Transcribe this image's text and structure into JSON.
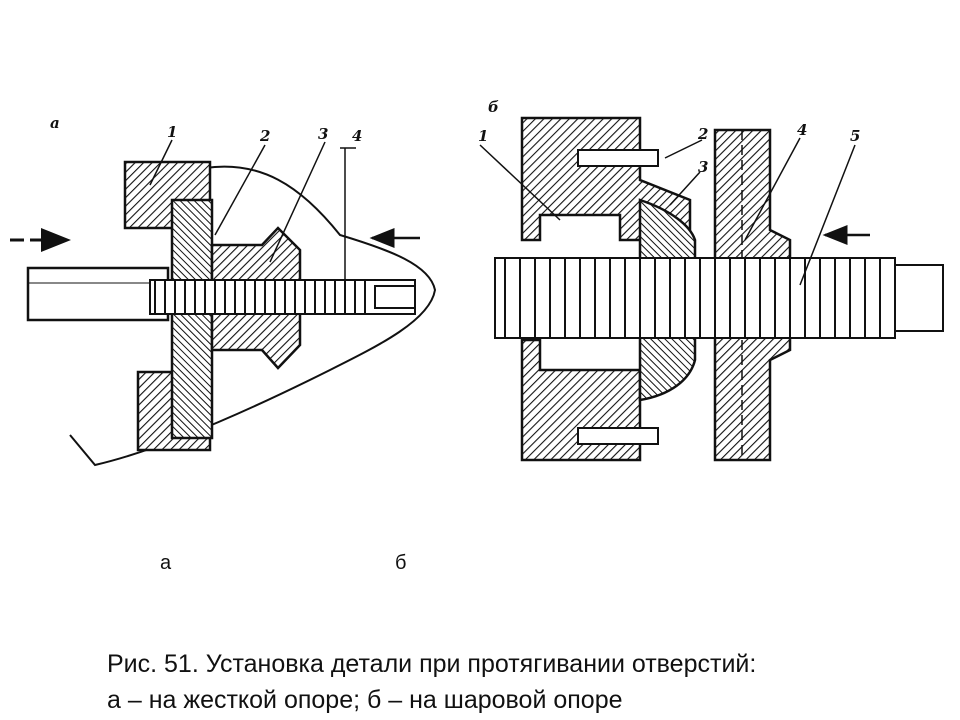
{
  "figure": {
    "view_a_letter": "а",
    "view_b_letter": "б",
    "part_labels_a": [
      "1",
      "2",
      "3",
      "4"
    ],
    "part_labels_b": [
      "1",
      "2",
      "3",
      "4",
      "5"
    ]
  },
  "sublabels": {
    "a": "а",
    "b": "б"
  },
  "caption": {
    "line1": "Рис. 51. Установка детали при протягивании отверстий:",
    "line2": "а – на жесткой опоре; б – на шаровой опоре"
  },
  "colors": {
    "ink": "#111111",
    "background": "#ffffff"
  }
}
